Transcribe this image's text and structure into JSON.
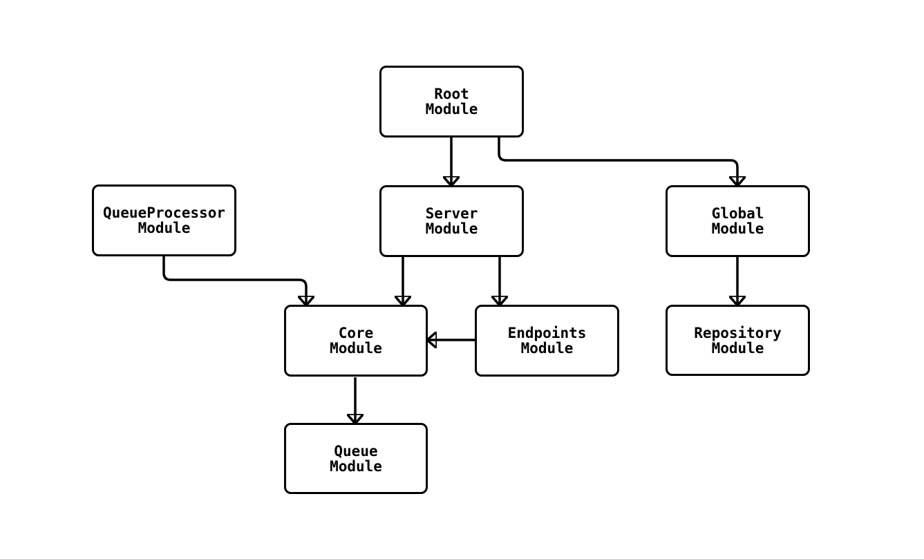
{
  "diagram": {
    "kind": "module-dependency-flowchart",
    "colors": {
      "background": "#ffffff",
      "node_fill": "#ffffff",
      "node_border": "#000000",
      "edge": "#000000",
      "text": "#000000"
    },
    "nodes": [
      {
        "id": "RootModule",
        "line1": "Root",
        "line2": "Module"
      },
      {
        "id": "QueueProcessorModule",
        "line1": "QueueProcessor",
        "line2": "Module"
      },
      {
        "id": "ServerModule",
        "line1": "Server",
        "line2": "Module"
      },
      {
        "id": "GlobalModule",
        "line1": "Global",
        "line2": "Module"
      },
      {
        "id": "CoreModule",
        "line1": "Core",
        "line2": "Module"
      },
      {
        "id": "EndpointsModule",
        "line1": "Endpoints",
        "line2": "Module"
      },
      {
        "id": "RepositoryModule",
        "line1": "Repository",
        "line2": "Module"
      },
      {
        "id": "QueueModule",
        "line1": "Queue",
        "line2": "Module"
      }
    ],
    "edges": [
      {
        "from": "RootModule",
        "to": "ServerModule"
      },
      {
        "from": "RootModule",
        "to": "GlobalModule"
      },
      {
        "from": "QueueProcessorModule",
        "to": "CoreModule"
      },
      {
        "from": "ServerModule",
        "to": "CoreModule"
      },
      {
        "from": "ServerModule",
        "to": "EndpointsModule"
      },
      {
        "from": "EndpointsModule",
        "to": "CoreModule"
      },
      {
        "from": "GlobalModule",
        "to": "RepositoryModule"
      },
      {
        "from": "CoreModule",
        "to": "QueueModule"
      }
    ]
  }
}
